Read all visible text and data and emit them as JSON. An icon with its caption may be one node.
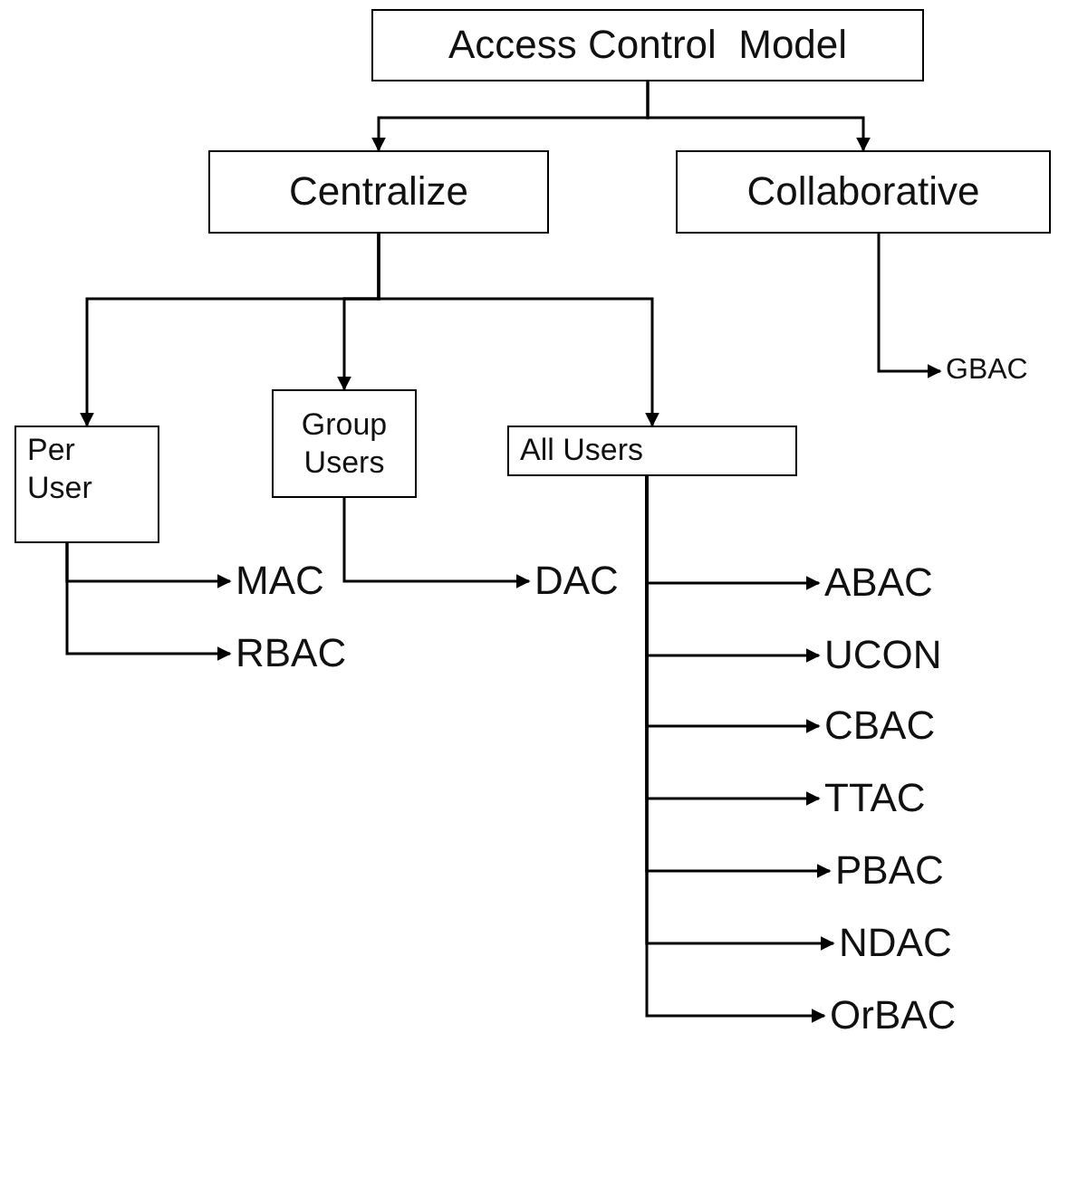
{
  "diagram": {
    "nodes": [
      {
        "text": [
          "Access Control  Model"
        ]
      },
      {
        "text": [
          "Centralize"
        ]
      },
      {
        "text": [
          "Collaborative"
        ]
      },
      {
        "text": [
          "Per User"
        ]
      },
      {
        "text": [
          "Group Users"
        ]
      },
      {
        "text": [
          "All Users"
        ]
      },
      {
        "text": [
          "GBAC"
        ]
      },
      {
        "text": [
          "MAC"
        ]
      },
      {
        "text": [
          "RBAC"
        ]
      },
      {
        "text": [
          "DAC"
        ]
      },
      {
        "text": [
          "ABAC"
        ]
      },
      {
        "text": [
          "UCON"
        ]
      },
      {
        "text": [
          "CBAC"
        ]
      },
      {
        "text": [
          "TTAC"
        ]
      },
      {
        "text": [
          "PBAC"
        ]
      },
      {
        "text": [
          "NDAC"
        ]
      },
      {
        "text": [
          "OrBAC"
        ]
      }
    ],
    "edges": [
      {
        "from": 0,
        "to": 1,
        "arrow": "to"
      },
      {
        "from": 0,
        "to": 2,
        "arrow": "to"
      },
      {
        "from": 1,
        "to": 3,
        "arrow": "to"
      },
      {
        "from": 1,
        "to": 4,
        "arrow": "to"
      },
      {
        "from": 1,
        "to": 5,
        "arrow": "to"
      },
      {
        "from": 2,
        "to": 6,
        "arrow": "to"
      },
      {
        "from": 3,
        "to": 7,
        "arrow": "to"
      },
      {
        "from": 3,
        "to": 8,
        "arrow": "to"
      },
      {
        "from": 4,
        "to": 9,
        "arrow": "to"
      },
      {
        "from": 5,
        "to": 10,
        "arrow": "to"
      },
      {
        "from": 5,
        "to": 11,
        "arrow": "to"
      },
      {
        "from": 5,
        "to": 12,
        "arrow": "to"
      },
      {
        "from": 5,
        "to": 13,
        "arrow": "to"
      },
      {
        "from": 5,
        "to": 14,
        "arrow": "to"
      },
      {
        "from": 5,
        "to": 15,
        "arrow": "to"
      },
      {
        "from": 5,
        "to": 16,
        "arrow": "to"
      }
    ]
  }
}
